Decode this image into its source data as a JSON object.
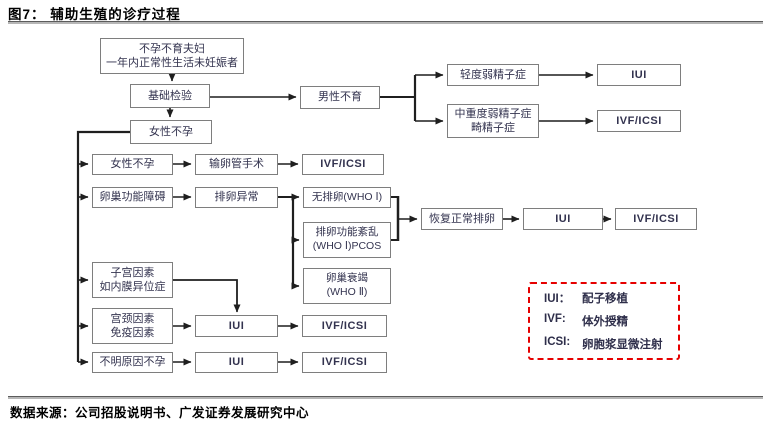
{
  "title": "图7： 辅助生殖的诊疗过程",
  "source": "数据来源：公司招股说明书、广发证券发展研究中心",
  "nodes": {
    "couple": "不孕不育夫妇\n一年内正常性生活未妊娠者",
    "basic_exam": "基础检验",
    "male_infertility": "男性不育",
    "mild_asthenospermia": "轻度弱精子症",
    "iui_male": "IUI",
    "moderate_severe_asthenospermia": "中重度弱精子症\n畸精子症",
    "ivf_male": "IVF/ICSI",
    "female_infertility_top": "女性不孕",
    "female_infertility_row": "女性不孕",
    "tubal_surgery": "输卵管手术",
    "ivf_tubal": "IVF/ICSI",
    "ovarian_dysfunction": "卵巢功能障碍",
    "ovulation_abnormal": "排卵异常",
    "anovulation": "无排卵(WHO Ⅰ)",
    "ovulation_disorder_pcos": "排卵功能紊乱\n(WHO Ⅰ)PCOS",
    "ovarian_failure": "卵巢衰竭\n(WHO Ⅱ)",
    "restore_ovulation": "恢复正常排卵",
    "iui_restore": "IUI",
    "ivf_restore": "IVF/ICSI",
    "uterine_factors": "子宫因素\n如内膜异位症",
    "cervical_immune_factors": "宫颈因素\n免疫因素",
    "iui_cervical": "IUI",
    "ivf_cervical": "IVF/ICSI",
    "unexplained_infertility": "不明原因不孕",
    "iui_unexplained": "IUI",
    "ivf_unexplained": "IVF/ICSI"
  },
  "legend": {
    "items": [
      {
        "abbr": "IUI：",
        "desc": "配子移植"
      },
      {
        "abbr": "IVF:",
        "desc": "体外授精"
      },
      {
        "abbr": "ICSI:",
        "desc": "卵胞浆显微注射"
      }
    ]
  },
  "colors": {
    "node_border": "#7e7e7e",
    "node_text": "#33334f",
    "line": "#1f1f1f",
    "legend_border": "#e60000"
  }
}
